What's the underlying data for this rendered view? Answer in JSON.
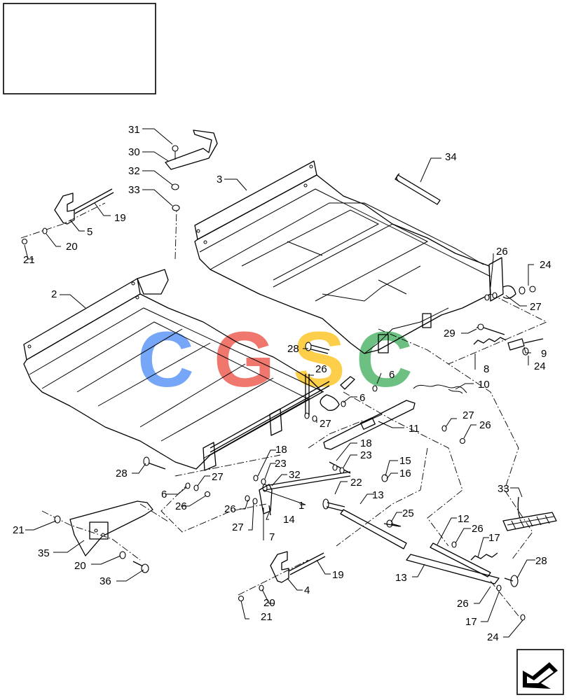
{
  "title_box": "",
  "watermark": {
    "letters": [
      "C",
      "G",
      "S",
      "C"
    ],
    "colors": [
      "#4285F4",
      "#EA4335",
      "#FBBC05",
      "#34A853"
    ]
  },
  "callouts": [
    {
      "text": "31"
    },
    {
      "text": "30"
    },
    {
      "text": "32"
    },
    {
      "text": "33"
    },
    {
      "text": "34"
    },
    {
      "text": "3"
    },
    {
      "text": "19"
    },
    {
      "text": "5"
    },
    {
      "text": "20"
    },
    {
      "text": "21"
    },
    {
      "text": "2"
    },
    {
      "text": "26"
    },
    {
      "text": "24"
    },
    {
      "text": "27"
    },
    {
      "text": "29"
    },
    {
      "text": "9"
    },
    {
      "text": "8"
    },
    {
      "text": "24"
    },
    {
      "text": "28"
    },
    {
      "text": "26"
    },
    {
      "text": "6"
    },
    {
      "text": "6"
    },
    {
      "text": "10"
    },
    {
      "text": "27"
    },
    {
      "text": "11"
    },
    {
      "text": "27"
    },
    {
      "text": "26"
    },
    {
      "text": "18"
    },
    {
      "text": "23"
    },
    {
      "text": "18"
    },
    {
      "text": "23"
    },
    {
      "text": "15"
    },
    {
      "text": "16"
    },
    {
      "text": "28"
    },
    {
      "text": "6"
    },
    {
      "text": "27"
    },
    {
      "text": "26"
    },
    {
      "text": "32"
    },
    {
      "text": "22"
    },
    {
      "text": "1"
    },
    {
      "text": "26"
    },
    {
      "text": "27"
    },
    {
      "text": "14"
    },
    {
      "text": "7"
    },
    {
      "text": "13"
    },
    {
      "text": "25"
    },
    {
      "text": "33"
    },
    {
      "text": "21"
    },
    {
      "text": "35"
    },
    {
      "text": "20"
    },
    {
      "text": "36"
    },
    {
      "text": "12"
    },
    {
      "text": "26"
    },
    {
      "text": "17"
    },
    {
      "text": "28"
    },
    {
      "text": "19"
    },
    {
      "text": "4"
    },
    {
      "text": "13"
    },
    {
      "text": "26"
    },
    {
      "text": "20"
    },
    {
      "text": "21"
    },
    {
      "text": "17"
    },
    {
      "text": "24"
    }
  ],
  "nav_icon": "arrow-back-icon"
}
